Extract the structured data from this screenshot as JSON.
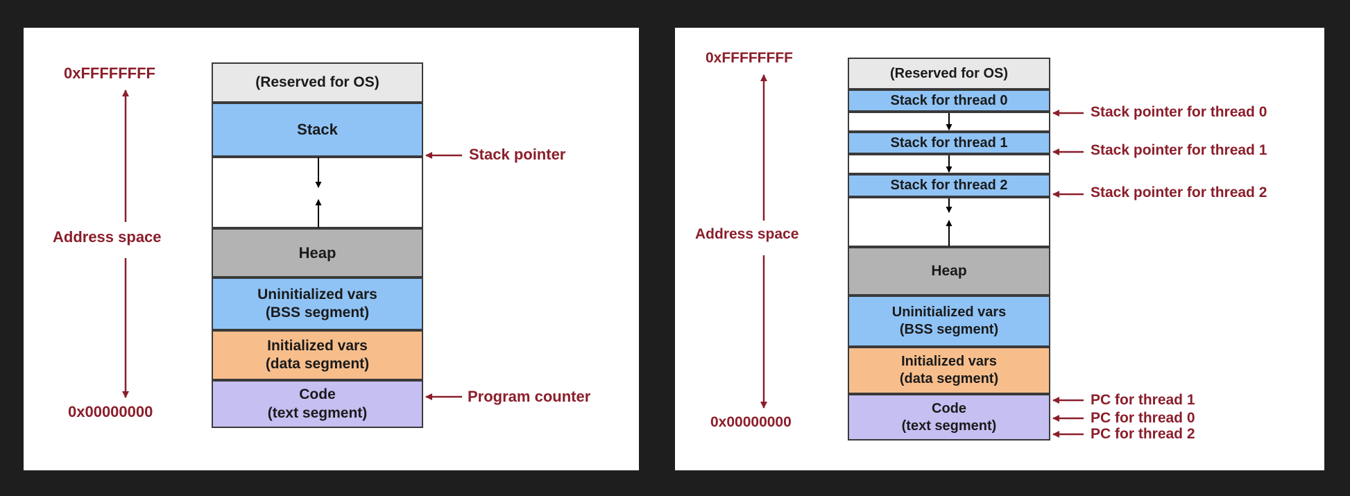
{
  "left": {
    "addr_high": "0xFFFFFFFF",
    "addr_low": "0x00000000",
    "addr_space": "Address space",
    "reserved": "(Reserved for OS)",
    "stack": "Stack",
    "heap": "Heap",
    "bss_line1": "Uninitialized vars",
    "bss_line2": "(BSS segment)",
    "data_line1": "Initialized vars",
    "data_line2": "(data segment)",
    "code_line1": "Code",
    "code_line2": "(text segment)",
    "stack_pointer": "Stack pointer",
    "program_counter": "Program counter"
  },
  "right": {
    "addr_high": "0xFFFFFFFF",
    "addr_low": "0x00000000",
    "addr_space": "Address space",
    "reserved": "(Reserved for OS)",
    "stack0": "Stack for thread 0",
    "stack1": "Stack for thread 1",
    "stack2": "Stack for thread 2",
    "heap": "Heap",
    "bss_line1": "Uninitialized vars",
    "bss_line2": "(BSS segment)",
    "data_line1": "Initialized vars",
    "data_line2": "(data segment)",
    "code_line1": "Code",
    "code_line2": "(text segment)",
    "sp0": "Stack pointer for thread 0",
    "sp1": "Stack pointer for thread 1",
    "sp2": "Stack pointer for thread 2",
    "pc1": "PC for thread 1",
    "pc0": "PC for thread 0",
    "pc2": "PC for thread 2"
  },
  "colors": {
    "label": "#8b1e2b",
    "reserved": "#e8e8e8",
    "stack": "#8fc3f5",
    "heap": "#b3b3b3",
    "data": "#f7be8c",
    "code": "#c6bff2"
  }
}
